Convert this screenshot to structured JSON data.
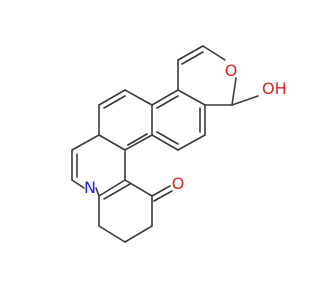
{
  "structure": {
    "atoms": {
      "nitrogen": {
        "label": "N",
        "color": "#2020e0"
      },
      "ring_oxygen": {
        "label": "O",
        "color": "#e02020"
      },
      "ketone_oxygen": {
        "label": "O",
        "color": "#e02020"
      },
      "hydroxyl": {
        "label": "OH",
        "color": "#e02020"
      }
    },
    "bond_color": "#3a3a3a"
  }
}
